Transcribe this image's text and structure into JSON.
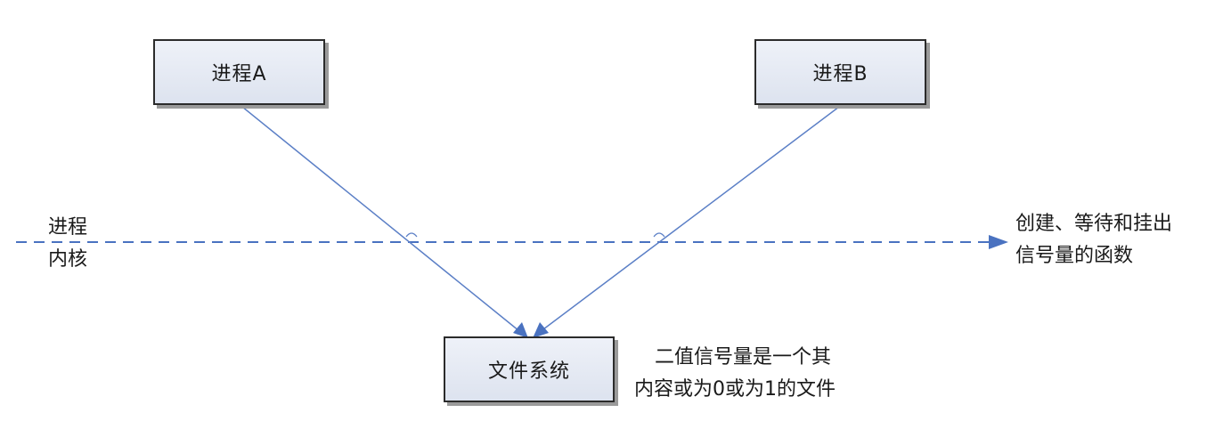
{
  "diagram": {
    "process_a": "进程A",
    "process_b": "进程B",
    "filesystem": "文件系统",
    "left_label_top": "进程",
    "left_label_bottom": "内核",
    "right_note_line1": "创建、等待和挂出",
    "right_note_line2": "信号量的函数",
    "fs_note_line1": "二值信号量是一个其",
    "fs_note_line2": "内容或为0或为1的文件"
  },
  "colors": {
    "line": "#5b7fc6",
    "dash": "#4a72c0",
    "box_border": "#2b2b2b"
  }
}
